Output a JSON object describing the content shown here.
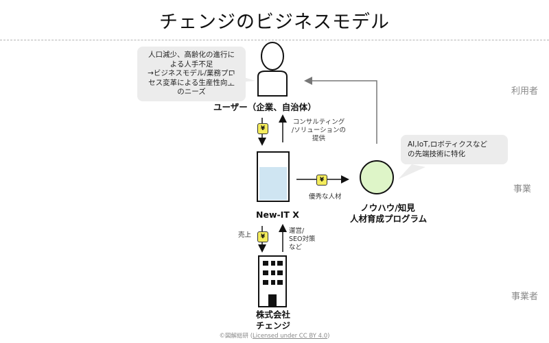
{
  "title": "チェンジのビジネスモデル",
  "lanes": {
    "user": "利用者",
    "business": "事業",
    "operator": "事業者"
  },
  "bubbles": {
    "user_needs": [
      "人口減少、高齢化の進行に",
      "よる人手不足",
      "→ビジネスモデル/業務プロ",
      "セス変革による生産性向上",
      "のニーズ"
    ],
    "program_features": [
      "AI,IoT,ロボティクスなど",
      "の先端技術に特化"
    ]
  },
  "nodes": {
    "user": "ユーザー（企業、自治体）",
    "service": "New-IT X",
    "program": [
      "ノウハウ/知見",
      "人材育成プログラム"
    ],
    "company": [
      "株式会社",
      "チェンジ"
    ]
  },
  "flows": {
    "consulting": [
      "コンサルティング",
      "/ソリューションの",
      "提供"
    ],
    "talent": "優秀な人材",
    "sales": "売上",
    "operation": [
      "運営/",
      "SEO対策",
      "など"
    ]
  },
  "yen": "¥",
  "colors": {
    "liquid": "#cfe5f2",
    "circle": "#def5c8",
    "yen_box": "#f4ec5c",
    "bubble": "#ececec"
  },
  "credit": {
    "prefix": "©図解総研 (",
    "link": "Licensed under CC BY 4.0",
    "suffix": ")"
  }
}
